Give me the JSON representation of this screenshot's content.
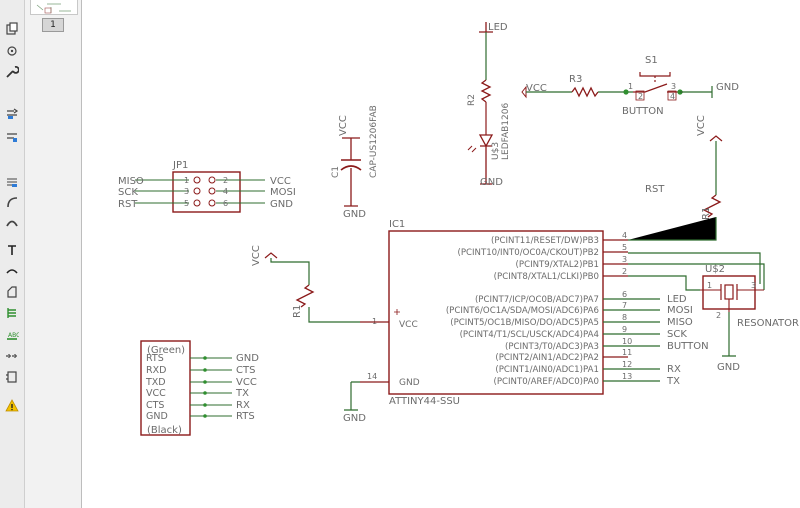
{
  "toolbar": {
    "tools": [
      "copy-icon",
      "mirror-icon",
      "wrench-icon",
      "move-icon",
      "group-icon",
      "paste-icon",
      "arc-icon",
      "text-icon",
      "wire-icon",
      "polygon-icon",
      "bus-icon",
      "net-label-icon",
      "junction-icon",
      "frame-icon",
      "warning-icon"
    ]
  },
  "sheets": {
    "current": "1"
  },
  "colors": {
    "wire": "#2f6c2f",
    "symbol": "#8b1a1a",
    "text": "#6b6b6b",
    "junction": "#2f8f2f"
  },
  "parts": {
    "led_top": {
      "name": "LED"
    },
    "r2": {
      "name": "R2"
    },
    "u3": {
      "name": "U$3",
      "value": "LEDFAB1206"
    },
    "led_gnd": {
      "name": "GND"
    },
    "c1": {
      "name": "C1",
      "value": "CAP-US1206FAB",
      "vcc": "VCC",
      "gnd": "GND"
    },
    "jp1": {
      "name": "JP1",
      "left": [
        "MISO",
        "SCK",
        "RST"
      ],
      "right": [
        "VCC",
        "MOSI",
        "GND"
      ],
      "pins": [
        "1",
        "2",
        "3",
        "4",
        "5",
        "6"
      ]
    },
    "s1": {
      "name": "S1",
      "value": "BUTTON",
      "pins": [
        "1",
        "2",
        "3",
        "4"
      ]
    },
    "r3": {
      "name": "R3"
    },
    "btn_vcc": "VCC",
    "btn_gnd": "GND",
    "vcc_r1": "VCC",
    "r1_top": {
      "name": "R1"
    },
    "rst_label": "RST",
    "vcc_left": "VCC",
    "r1_left": {
      "name": "R1"
    },
    "ic1": {
      "name": "IC1",
      "value": "ATTINY44-SSU",
      "right_pins": [
        {
          "label": "(PCINT11/RESET/DW)PB3",
          "num": "4",
          "net": ""
        },
        {
          "label": "(PCINT10/INT0/OC0A/CKOUT)PB2",
          "num": "5",
          "net": ""
        },
        {
          "label": "(PCINT9/XTAL2)PB1",
          "num": "3",
          "net": ""
        },
        {
          "label": "(PCINT8/XTAL1/CLKI)PB0",
          "num": "2",
          "net": ""
        },
        {
          "label": "(PCINT7/ICP/OC0B/ADC7)PA7",
          "num": "6",
          "net": "LED"
        },
        {
          "label": "(PCINT6/OC1A/SDA/MOSI/ADC6)PA6",
          "num": "7",
          "net": "MOSI"
        },
        {
          "label": "(PCINT5/OC1B/MISO/DO/ADC5)PA5",
          "num": "8",
          "net": "MISO"
        },
        {
          "label": "(PCINT4/T1/SCL/USCK/ADC4)PA4",
          "num": "9",
          "net": "SCK"
        },
        {
          "label": "(PCINT3/T0/ADC3)PA3",
          "num": "10",
          "net": "BUTTON"
        },
        {
          "label": "(PCINT2/AIN1/ADC2)PA2",
          "num": "11",
          "net": ""
        },
        {
          "label": "(PCINT1/AIN0/ADC1)PA1",
          "num": "12",
          "net": "RX"
        },
        {
          "label": "(PCINT0/AREF/ADC0)PA0",
          "num": "13",
          "net": "TX"
        }
      ],
      "vcc_pin": {
        "label": "VCC",
        "num": "1"
      },
      "gnd_pin": {
        "label": "GND",
        "num": "14"
      }
    },
    "ic_gnd": "GND",
    "u2": {
      "name": "U$2",
      "value": "RESONATOR",
      "pins": [
        "1",
        "2",
        "3"
      ],
      "gnd": "GND"
    },
    "ftdi": {
      "top": "(Green)",
      "bottom": "(Black)",
      "pins": [
        "RTS",
        "RXD",
        "TXD",
        "VCC",
        "CTS",
        "GND"
      ],
      "nets": [
        "GND",
        "CTS",
        "VCC",
        "TX",
        "RX",
        "RTS"
      ]
    }
  }
}
